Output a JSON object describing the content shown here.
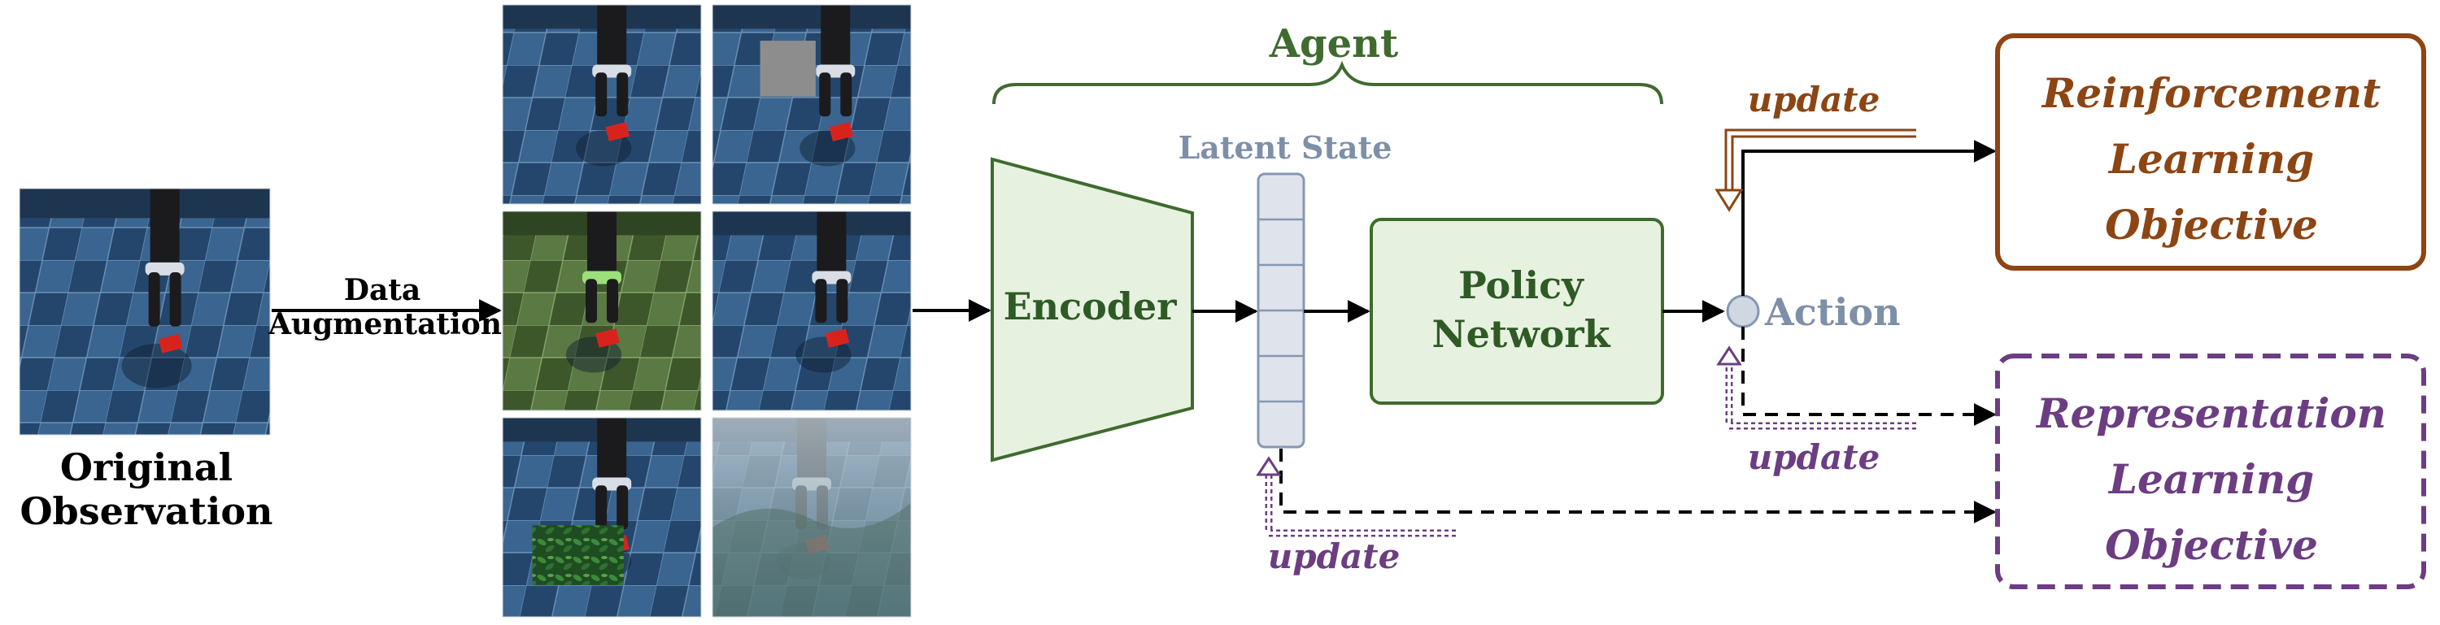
{
  "labels": {
    "original": [
      "Original",
      "Observation"
    ],
    "augmentation": [
      "Data",
      "Augmentation"
    ],
    "agent": "Agent",
    "latent_state": "Latent State",
    "encoder": "Encoder",
    "policy": [
      "Policy",
      "Network"
    ],
    "action": "Action",
    "update_rl": "update",
    "update_rep_action": "update",
    "update_rep_latent": "update",
    "rl_objective": [
      "Reinforcement",
      "Learning",
      "Objective"
    ],
    "rep_objective": [
      "Representation",
      "Learning",
      "Objective"
    ]
  },
  "colors": {
    "agent_green": "#3f6b2f",
    "encoder_fill": "#e6f2df",
    "latent_fill": "#dfe4ec",
    "action_node": "#cfd7e3",
    "rl_brown": "#8c4513",
    "rep_purple": "#6c3d82",
    "floor_blue": "#3e6791",
    "floor_green": "#55713f"
  },
  "augmentations": [
    {
      "name": "random-crop",
      "tone": "blue"
    },
    {
      "name": "cutout",
      "tone": "blue"
    },
    {
      "name": "color-jitter",
      "tone": "green"
    },
    {
      "name": "random-shift",
      "tone": "blue"
    },
    {
      "name": "random-patch",
      "tone": "blue"
    },
    {
      "name": "background-overlay",
      "tone": "haze"
    }
  ]
}
